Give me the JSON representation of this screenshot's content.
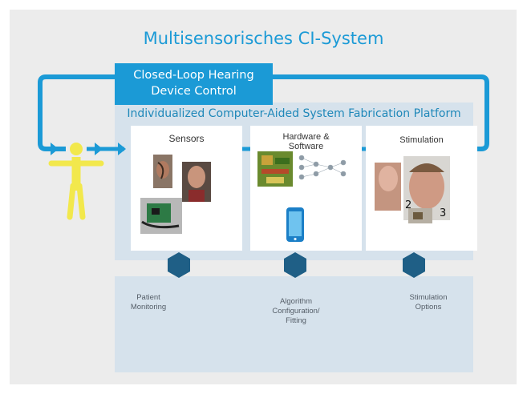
{
  "title": "Multisensorisches CI-System",
  "closed_loop": {
    "line1": "Closed-Loop Hearing",
    "line2": "Device Control"
  },
  "platform_label": "Individualized Computer-Aided System Fabrication Platform",
  "cards": {
    "sensors": {
      "title": "Sensors"
    },
    "hardware": {
      "title_line1": "Hardware &",
      "title_line2": "Software"
    },
    "stimulation": {
      "title": "Stimulation",
      "photo_numbers": [
        "2",
        "3"
      ]
    }
  },
  "bottom": {
    "patient": {
      "line1": "Patient",
      "line2": "Monitoring"
    },
    "algorithm": {
      "line1": "Algorithm",
      "line2": "Configuration/",
      "line3": "Fitting"
    },
    "options": {
      "line1": "Stimulation",
      "line2": "Options"
    }
  },
  "colors": {
    "accent_blue": "#1b9ad6",
    "person_yellow": "#f2e84c",
    "connector_navy": "#1f5f86",
    "panel_gray": "#ececec",
    "platform_bg": "#d6e2ec"
  },
  "icons": {
    "person": "person-figure-icon",
    "connector": "six-point-star-icon",
    "phone": "smartphone-icon"
  }
}
